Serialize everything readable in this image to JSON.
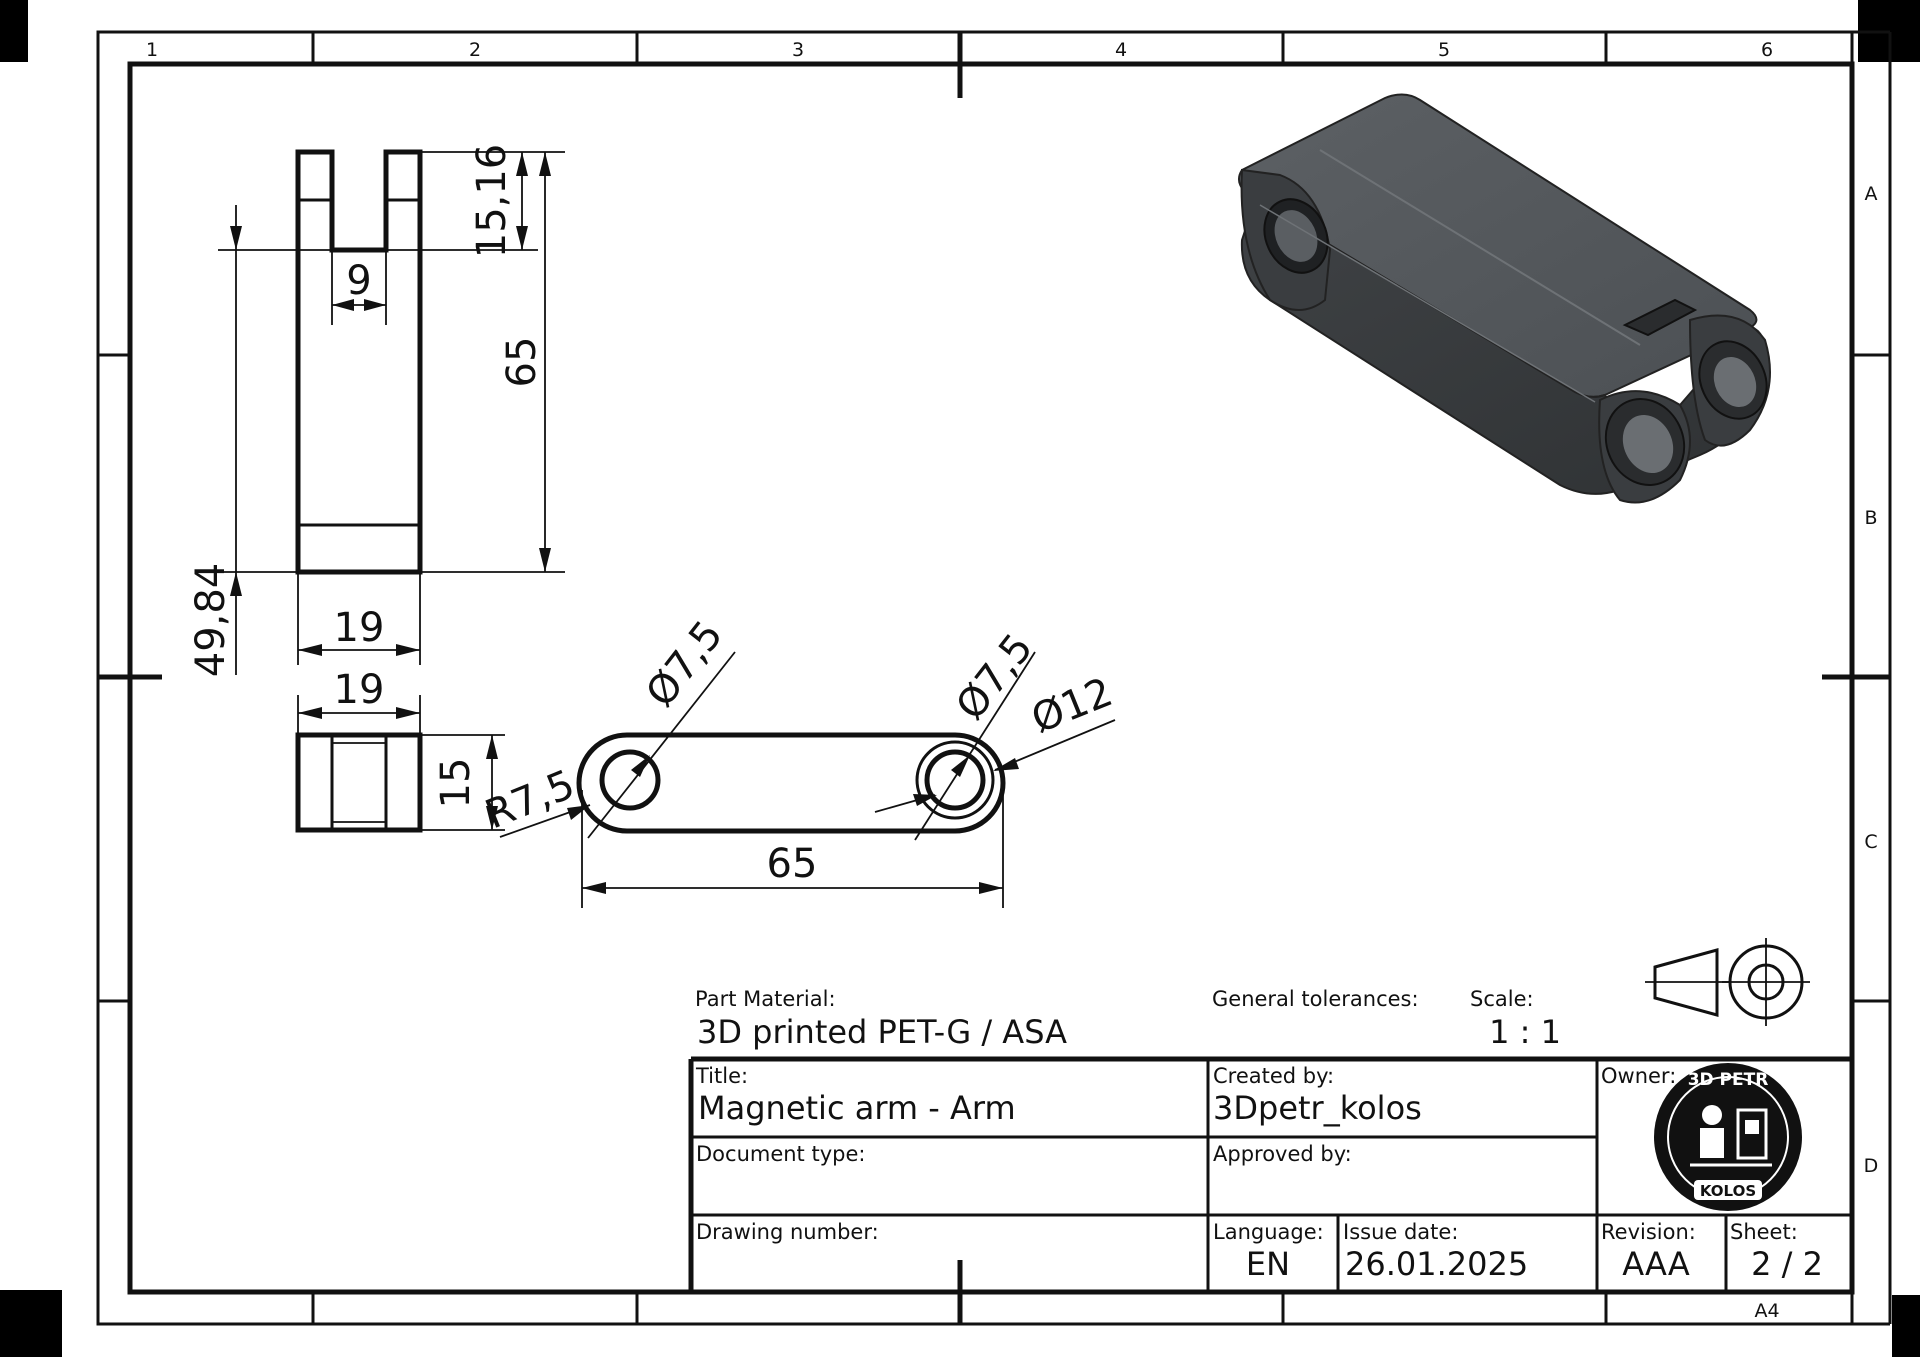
{
  "zones": {
    "columns": [
      "1",
      "2",
      "3",
      "4",
      "5",
      "6"
    ],
    "rows": [
      "A",
      "B",
      "C",
      "D"
    ],
    "paper_size": "A4"
  },
  "dimensions": {
    "top_view": {
      "slot_depth": "15,16",
      "slot_width": "9",
      "overall_length": "65",
      "offset": "49,84",
      "width": "19"
    },
    "side_view": {
      "width": "19",
      "height": "15"
    },
    "front_view": {
      "hole_left": "Ø7,5",
      "hole_right": "Ø7,5",
      "counterbore": "Ø12",
      "radius": "R7,5",
      "length": "65"
    }
  },
  "title_block": {
    "part_material_label": "Part Material:",
    "part_material": "3D printed PET-G / ASA",
    "general_tolerances_label": "General tolerances:",
    "scale_label": "Scale:",
    "scale": "1 : 1",
    "title_label": "Title:",
    "title": "Magnetic arm - Arm",
    "created_by_label": "Created by:",
    "created_by": "3Dpetr_kolos",
    "owner_label": "Owner:",
    "document_type_label": "Document type:",
    "document_type": "",
    "approved_by_label": "Approved by:",
    "approved_by": "",
    "drawing_number_label": "Drawing number:",
    "drawing_number": "",
    "language_label": "Language:",
    "language": "EN",
    "issue_date_label": "Issue date:",
    "issue_date": "26.01.2025",
    "revision_label": "Revision:",
    "revision": "AAA",
    "sheet_label": "Sheet:",
    "sheet": "2 / 2",
    "logo_text_top": "3D PETR",
    "logo_text_bottom": "KOLOS"
  },
  "colors": {
    "ink": "#111111",
    "paper": "#ffffff",
    "part_shade": "#4a4d50"
  },
  "icons": {
    "projection_symbol": "first-angle-projection-icon",
    "owner_logo": "owner-logo-icon"
  }
}
